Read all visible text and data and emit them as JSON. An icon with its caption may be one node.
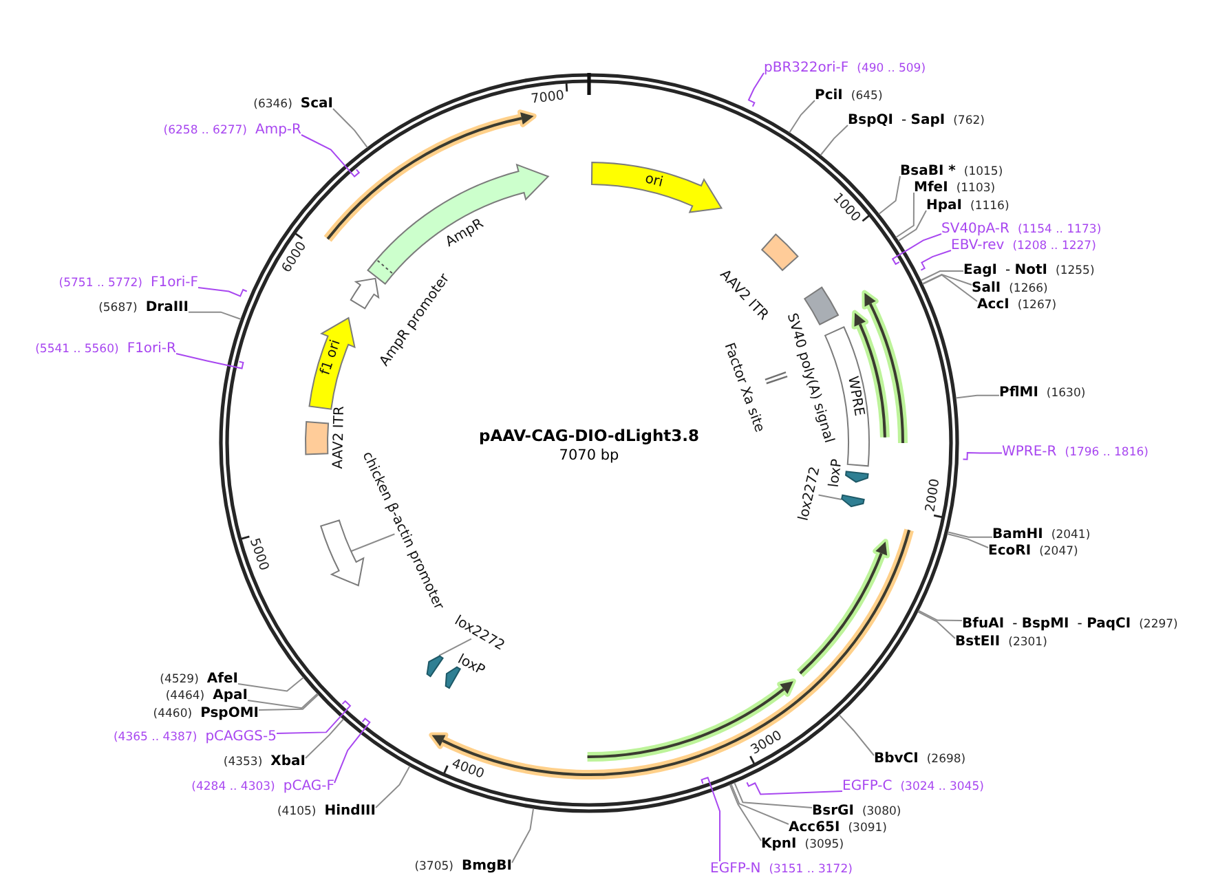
{
  "diagram": {
    "title": "pAAV-CAG-DIO-dLight3.8",
    "nodes": [
      {
        "text": [
          "pBR322ori-F"
        ],
        "beside": [
          "(490 .. 509)"
        ]
      },
      {
        "text": [
          "PciI"
        ],
        "beside": [
          "(645)"
        ]
      },
      {
        "text": [
          "BspQI",
          "- **SapI**"
        ],
        "beside": [
          "(762)"
        ]
      },
      {
        "text": [
          "BsaBI *"
        ],
        "beside": [
          "(1015)"
        ]
      },
      {
        "text": [
          "MfeI"
        ],
        "beside": [
          "(1103)"
        ]
      },
      {
        "text": [
          "HpaI"
        ],
        "beside": [
          "(1116)"
        ]
      },
      {
        "text": [
          "SV40pA-R"
        ],
        "beside": [
          "(1154 .. 1173)"
        ]
      },
      {
        "text": [
          "EBV-rev"
        ],
        "beside": [
          "(1208 .. 1227)"
        ]
      },
      {
        "text": [
          "EagI",
          "- **NotI**"
        ],
        "beside": [
          "(1255)"
        ]
      },
      {
        "text": [
          "SalI"
        ],
        "beside": [
          "(1266)"
        ]
      },
      {
        "text": [
          "AccI"
        ],
        "beside": [
          "(1267)"
        ]
      },
      {
        "text": [
          "PflMI"
        ],
        "beside": [
          "(1630)"
        ]
      },
      {
        "text": [
          "WPRE-R"
        ],
        "beside": [
          "(1796 .. 1816)"
        ]
      },
      {
        "text": [
          "BamHI"
        ],
        "beside": [
          "(2041)"
        ]
      },
      {
        "text": [
          "EcoRI"
        ],
        "beside": [
          "(2047)"
        ]
      },
      {
        "text": [
          "BfuAI",
          "- **BspMI**",
          "- **PaqCI**"
        ],
        "beside": [
          "(2297)"
        ]
      },
      {
        "text": [
          "BstEII"
        ],
        "beside": [
          "(2301)"
        ]
      },
      {
        "text": [
          "BbvCI"
        ],
        "beside": [
          "(2698)"
        ]
      },
      {
        "text": [
          "EGFP-C"
        ],
        "beside": [
          "(3024 .. 3045)"
        ]
      },
      {
        "text": [
          "BsrGI"
        ],
        "beside": [
          "(3080)"
        ]
      },
      {
        "text": [
          "Acc65I"
        ],
        "beside": [
          "(3091)"
        ]
      },
      {
        "text": [
          "KpnI"
        ],
        "beside": [
          "(3095)"
        ]
      },
      {
        "text": [
          "EGFP-N"
        ],
        "beside": [
          "(3151 .. 3172)"
        ]
      },
      {
        "text": [
          "BmgBI"
        ],
        "beside": [
          "(3705)"
        ]
      },
      {
        "text": [
          "HindIII"
        ],
        "beside": [
          "(4105)"
        ]
      },
      {
        "text": [
          "pCAG-F"
        ],
        "beside": [
          "(4284 .. 4303)"
        ]
      },
      {
        "text": [
          "XbaI"
        ],
        "beside": [
          "(4353)"
        ]
      },
      {
        "text": [
          "pCAGGS-5"
        ],
        "beside": [
          "(4365 .. 4387)"
        ]
      },
      {
        "text": [
          "PspOMI"
        ],
        "beside": [
          "(4460)"
        ]
      },
      {
        "text": [
          "ApaI"
        ],
        "beside": [
          "(4464)"
        ]
      },
      {
        "text": [
          "AfeI"
        ],
        "beside": [
          "(4529)"
        ]
      },
      {
        "text": [
          "F1ori-R"
        ],
        "beside": [
          "(5541 .. 5560)"
        ]
      },
      {
        "text": [
          "DraIII"
        ],
        "beside": [
          "(5687)"
        ]
      },
      {
        "text": [
          "F1ori-F"
        ],
        "beside": [
          "(5751 .. 5772)"
        ]
      },
      {
        "text": [
          "Amp-R"
        ],
        "beside": [
          "(6258 .. 6277)"
        ]
      },
      {
        "text": [
          "ScaI"
        ],
        "beside": [
          "(6346)"
        ]
      },
      {
        "text": [
          "ori"
        ]
      },
      {
        "text": [
          "AAV2 ITR"
        ]
      },
      {
        "text": [
          "SV40 poly(A) signal"
        ]
      },
      {
        "text": [
          "Factor Xa site"
        ]
      },
      {
        "text": [
          "WPRE"
        ]
      },
      {
        "text": [
          "loxP"
        ]
      },
      {
        "text": [
          "lox2272"
        ]
      },
      {
        "text": [],
        "shape": "arrow"
      },
      {
        "text": [
          "lox2272"
        ]
      },
      {
        "text": [],
        "shape": "arrow"
      },
      {
        "text": [
          "loxP"
        ]
      },
      {
        "text": [
          "chicken β-actin promoter"
        ]
      },
      {
        "text": [],
        "shape": "arrow"
      },
      {
        "text": [
          "AAV2 ITR"
        ]
      },
      {
        "text": [
          "f1 ori"
        ]
      },
      {
        "text": [
          "AmpR promoter"
        ]
      },
      {
        "text": [
          "AmpR"
        ]
      }
    ],
    "edges": [
      {
        "from": 0,
        "to": null,
        "arrow": "none",
        "color": "#a847f0"
      },
      {
        "from": 1,
        "to": null,
        "arrow": "none"
      },
      {
        "from": 2,
        "to": null,
        "arrow": "none"
      },
      {
        "from": 3,
        "to": null,
        "arrow": "none"
      },
      {
        "from": 4,
        "to": null,
        "arrow": "none"
      },
      {
        "from": 5,
        "to": null,
        "arrow": "none"
      },
      {
        "from": 6,
        "to": null,
        "arrow": "none",
        "color": "#a847f0"
      },
      {
        "from": 7,
        "to": null,
        "arrow": "none",
        "color": "#a847f0"
      },
      {
        "from": 8,
        "to": null,
        "arrow": "none"
      },
      {
        "from": 9,
        "to": null,
        "arrow": "none"
      },
      {
        "from": 10,
        "to": null,
        "arrow": "none"
      },
      {
        "from": 11,
        "to": null,
        "arrow": "none"
      },
      {
        "from": 12,
        "to": null,
        "arrow": "none",
        "color": "#a847f0"
      },
      {
        "from": 13,
        "to": null,
        "arrow": "none"
      },
      {
        "from": 14,
        "to": null,
        "arrow": "none"
      },
      {
        "from": 15,
        "to": null,
        "arrow": "none"
      },
      {
        "from": 16,
        "to": null,
        "arrow": "none"
      },
      {
        "from": 17,
        "to": null,
        "arrow": "none"
      },
      {
        "from": 18,
        "to": null,
        "arrow": "none",
        "color": "#a847f0"
      },
      {
        "from": 19,
        "to": null,
        "arrow": "none"
      },
      {
        "from": 20,
        "to": null,
        "arrow": "none"
      },
      {
        "from": 21,
        "to": null,
        "arrow": "none"
      },
      {
        "from": 22,
        "to": null,
        "arrow": "none",
        "color": "#a847f0"
      },
      {
        "from": 23,
        "to": null,
        "arrow": "none"
      },
      {
        "from": 24,
        "to": null,
        "arrow": "none"
      },
      {
        "from": 25,
        "to": null,
        "arrow": "none",
        "color": "#a847f0"
      },
      {
        "from": 26,
        "to": null,
        "arrow": "none"
      },
      {
        "from": 27,
        "to": null,
        "arrow": "none",
        "color": "#a847f0"
      },
      {
        "from": 28,
        "to": null,
        "arrow": "none"
      },
      {
        "from": 29,
        "to": null,
        "arrow": "none"
      },
      {
        "from": 30,
        "to": null,
        "arrow": "none"
      },
      {
        "from": 31,
        "to": null,
        "arrow": "none",
        "color": "#a847f0"
      },
      {
        "from": 32,
        "to": null,
        "arrow": "none"
      },
      {
        "from": 33,
        "to": null,
        "arrow": "none",
        "color": "#a847f0"
      },
      {
        "from": 34,
        "to": null,
        "arrow": "none",
        "color": "#a847f0"
      },
      {
        "from": 35,
        "to": null,
        "arrow": "none"
      },
      {
        "from": 42,
        "to": 43,
        "arrow": "none"
      },
      {
        "from": 44,
        "to": 45,
        "arrow": "none"
      },
      {
        "from": 47,
        "to": 48,
        "arrow": "none"
      }
    ],
    "labels": [
      "7070 bp",
      "7000",
      "1000",
      "2000",
      "3000",
      "4000",
      "5000",
      "6000"
    ]
  }
}
